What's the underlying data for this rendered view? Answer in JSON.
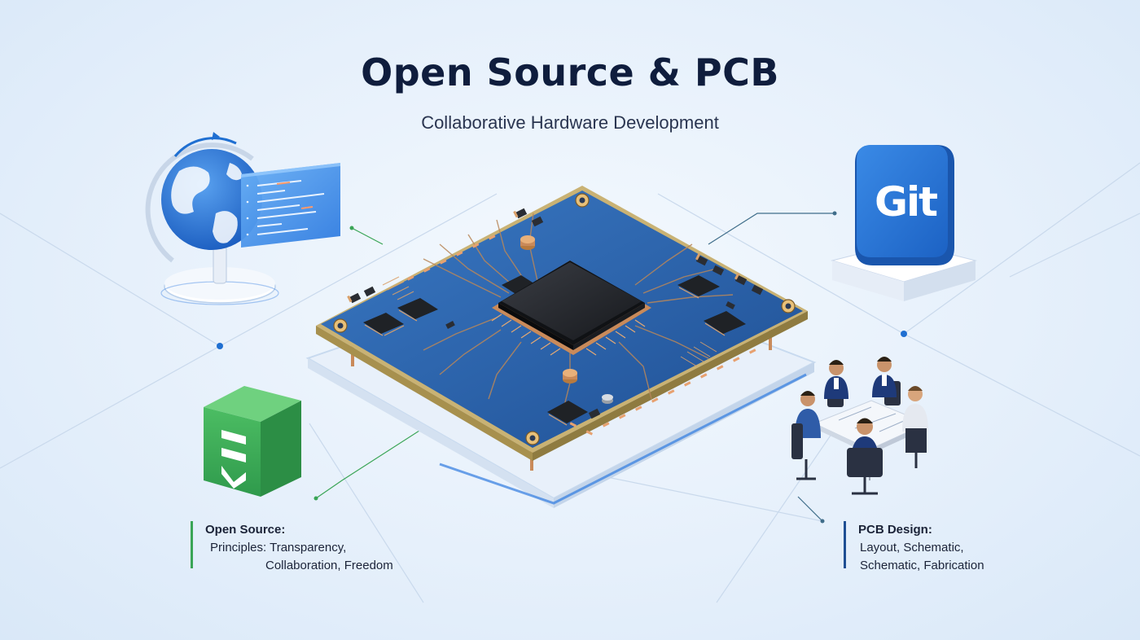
{
  "header": {
    "title": "Open Source & PCB",
    "subtitle": "Collaborative Hardware Development"
  },
  "callouts": {
    "open_source": {
      "heading": "Open Source:",
      "line1": "Principles: Transparency,",
      "line2": "Collaboration, Freedom"
    },
    "pcb_design": {
      "heading": "PCB Design:",
      "line1": "Layout, Schematic,",
      "line2": "Schematic, Fabrication"
    }
  },
  "icons": {
    "git_label": "Git",
    "globe": "globe-icon",
    "code_panel": "code-panel-icon",
    "open_source_box": "open-source-box-icon",
    "team": "team-meeting-icon",
    "pcb": "pcb-board-icon"
  },
  "colors": {
    "title": "#0f1d3d",
    "accent_blue": "#1f6fd1",
    "pcb_blue": "#2b64ad",
    "open_source_green": "#3aa556",
    "git_blue": "#2a78d8",
    "copper": "#c98a5a"
  }
}
